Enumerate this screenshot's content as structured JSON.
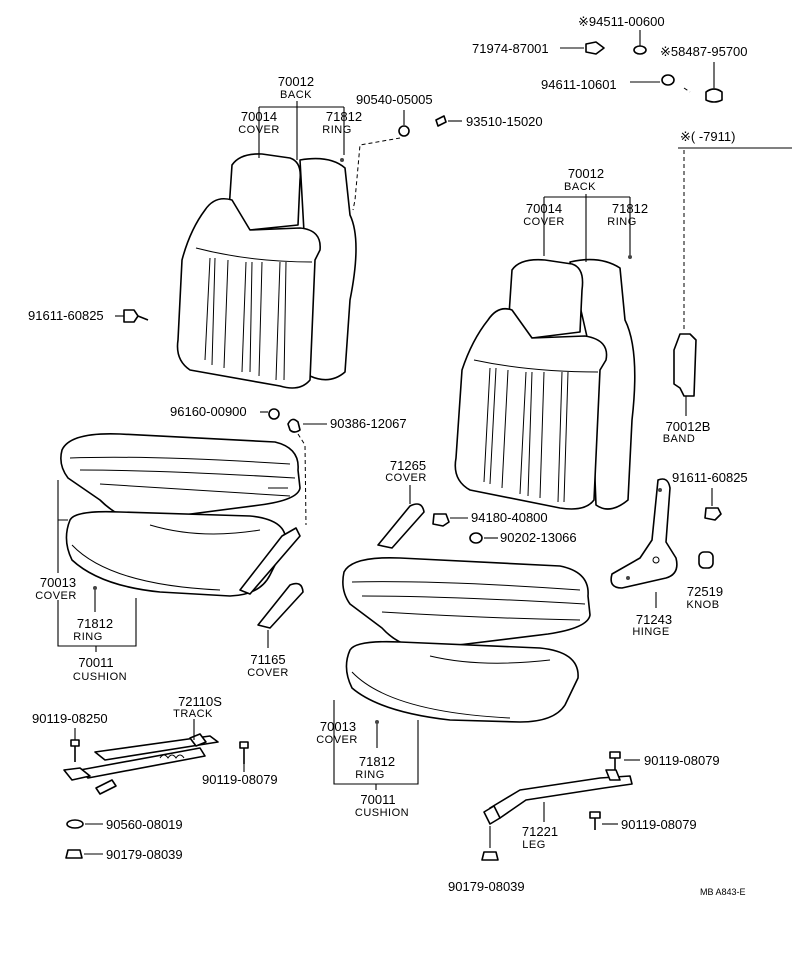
{
  "labels": {
    "back_left_num": "70012",
    "back_left_name": "BACK",
    "cover_left_num": "70014",
    "cover_left_name": "COVER",
    "ring_left_num": "71812",
    "ring_left_name": "RING",
    "p90540": "90540-05005",
    "p93510": "93510-15020",
    "p91611_left": "91611-60825",
    "p96160": "96160-00900",
    "p90386": "90386-12067",
    "cushion_cover_left_num": "70013",
    "cushion_cover_left_name": "COVER",
    "ring_cushion_left_num": "71812",
    "ring_cushion_left_name": "RING",
    "cushion_left_num": "70011",
    "cushion_left_name": "CUSHION",
    "cover_71165_num": "71165",
    "cover_71165_name": "COVER",
    "track_num": "72110S",
    "track_name": "TRACK",
    "p90119_08250": "90119-08250",
    "p90119_08079_a": "90119-08079",
    "p90560": "90560-08019",
    "p90179_a": "90179-08039",
    "p94511": "※94511-00600",
    "p71974": "71974-87001",
    "p58487": "※58487-95700",
    "p94611": "94611-10601",
    "date_note": "※(     -7911)",
    "back_right_num": "70012",
    "back_right_name": "BACK",
    "cover_right_num": "70014",
    "cover_right_name": "COVER",
    "ring_right_num": "71812",
    "ring_right_name": "RING",
    "band_num": "70012B",
    "band_name": "BAND",
    "cover_71265_num": "71265",
    "cover_71265_name": "COVER",
    "p94180": "94180-40800",
    "p90202": "90202-13066",
    "p91611_right": "91611-60825",
    "knob_num": "72519",
    "knob_name": "KNOB",
    "hinge_num": "71243",
    "hinge_name": "HINGE",
    "cushion_cover_right_num": "70013",
    "cushion_cover_right_name": "COVER",
    "ring_cushion_right_num": "71812",
    "ring_cushion_right_name": "RING",
    "cushion_right_num": "70011",
    "cushion_right_name": "CUSHION",
    "p90119_08079_b": "90119-08079",
    "p90119_08079_c": "90119-08079",
    "leg_num": "71221",
    "leg_name": "LEG",
    "p90179_b": "90179-08039",
    "footer_mark": "MB  A843-E"
  }
}
